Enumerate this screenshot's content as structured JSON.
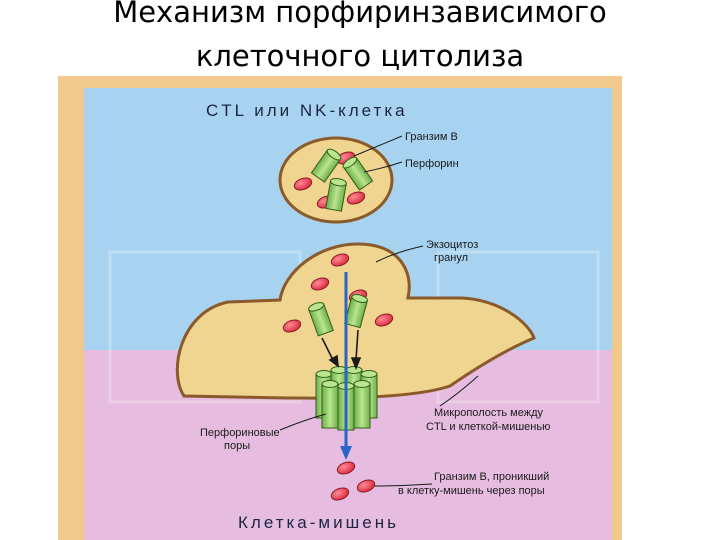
{
  "slide": {
    "title_line1": "Механизм порфиринзависимого",
    "title_line2": "клеточного цитолиза"
  },
  "diagram": {
    "cell_top_label": "CTL или NK-клетка",
    "cell_bottom_label": "Клетка-мишень",
    "labels": {
      "granzyme": "Гранзим В",
      "perforin": "Перфорин",
      "exocytosis_line1": "Экзоцитоз",
      "exocytosis_line2": "гранул",
      "pores_line1": "Перфориновые",
      "pores_line2": "поры",
      "microcavity_line1": "Микрополость между",
      "microcavity_line2": "CTL и клеткой-мишенью",
      "granzyme_entered_line1": "Гранзим В, проникший",
      "granzyme_entered_line2": "в клетку-мишень через поры"
    },
    "colors": {
      "frame": "#f2c98c",
      "ctl_bg": "#a7d3f0",
      "target_bg": "#e6bde0",
      "cavity_fill": "#f0d591",
      "cavity_stroke": "#8a5a2b",
      "granzyme": "#e03548",
      "perforin": "#93d06a",
      "arrow": "#2a65c7"
    }
  }
}
